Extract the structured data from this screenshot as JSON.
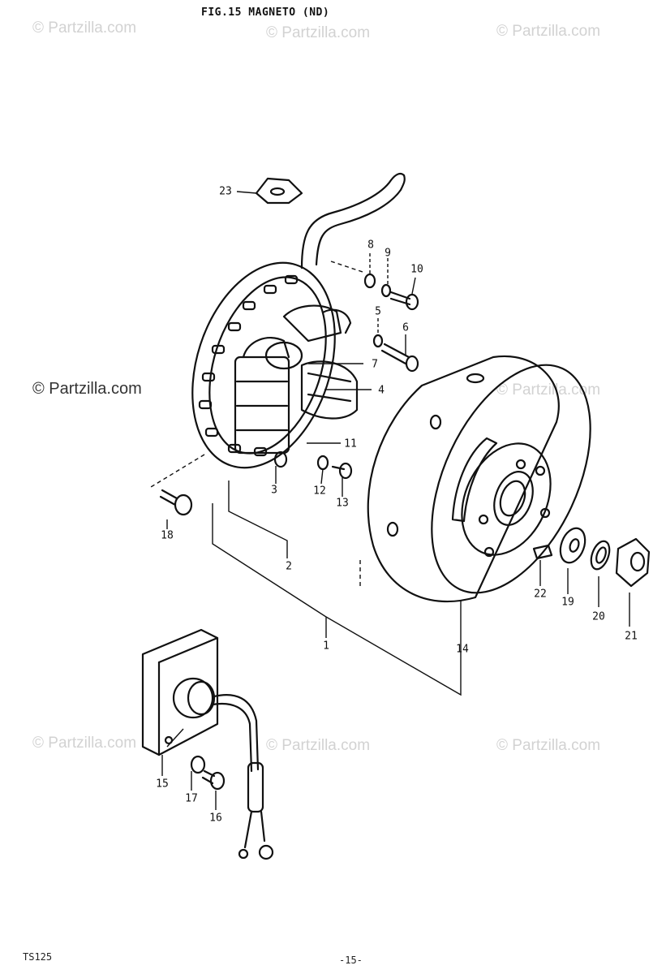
{
  "title": "FIG.15  MAGNETO (ND)",
  "watermarks": [
    "© Partzilla.com",
    "© Partzilla.com",
    "© Partzilla.com",
    "© Partzilla.com",
    "© Partzilla.com",
    "© Partzilla.com",
    "© Partzilla.com",
    "© Partzilla.com"
  ],
  "callouts": [
    "23",
    "8",
    "9",
    "10",
    "5",
    "6",
    "7",
    "4",
    "11",
    "3",
    "12",
    "13",
    "18",
    "2",
    "1",
    "14",
    "22",
    "19",
    "20",
    "21",
    "15",
    "17",
    "16"
  ],
  "footer": {
    "left": "TS125",
    "center": "-15-"
  },
  "colors": {
    "ink": "#111111",
    "watermark": "#d2d2d2"
  }
}
